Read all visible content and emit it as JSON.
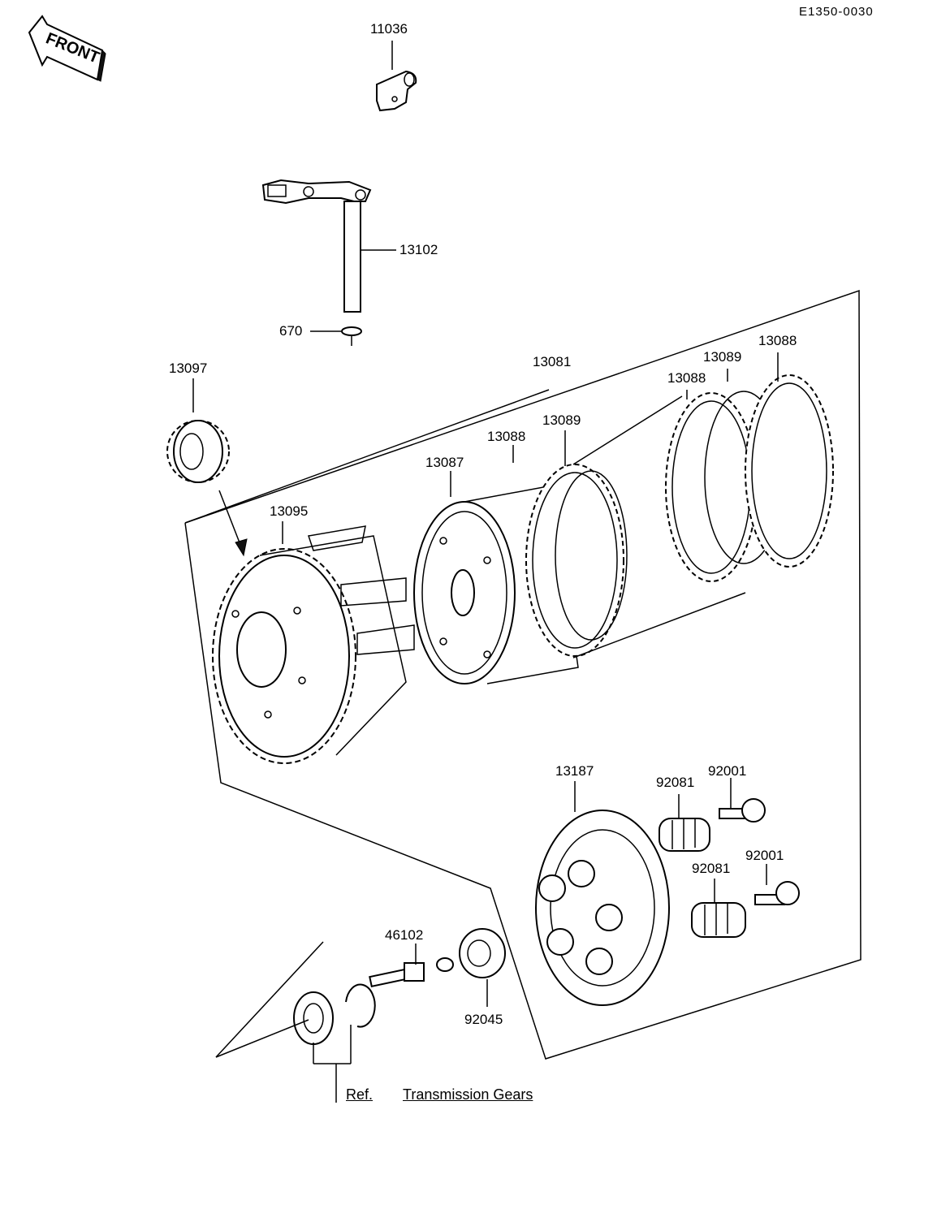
{
  "diagram_code": "E1350-0030",
  "front_label": "FRONT",
  "parts": {
    "p11036": "11036",
    "p13102": "13102",
    "p670": "670",
    "p13097": "13097",
    "p13095": "13095",
    "p13081": "13081",
    "p13087": "13087",
    "p13088_a": "13088",
    "p13089_a": "13089",
    "p13088_b": "13088",
    "p13089_b": "13089",
    "p13088_c": "13088",
    "p13187": "13187",
    "p92081_a": "92081",
    "p92001_a": "92001",
    "p92081_b": "92081",
    "p92001_b": "92001",
    "p46102": "46102",
    "p92045": "92045"
  },
  "reference": {
    "prefix": "Ref.",
    "text": "Transmission Gears"
  }
}
